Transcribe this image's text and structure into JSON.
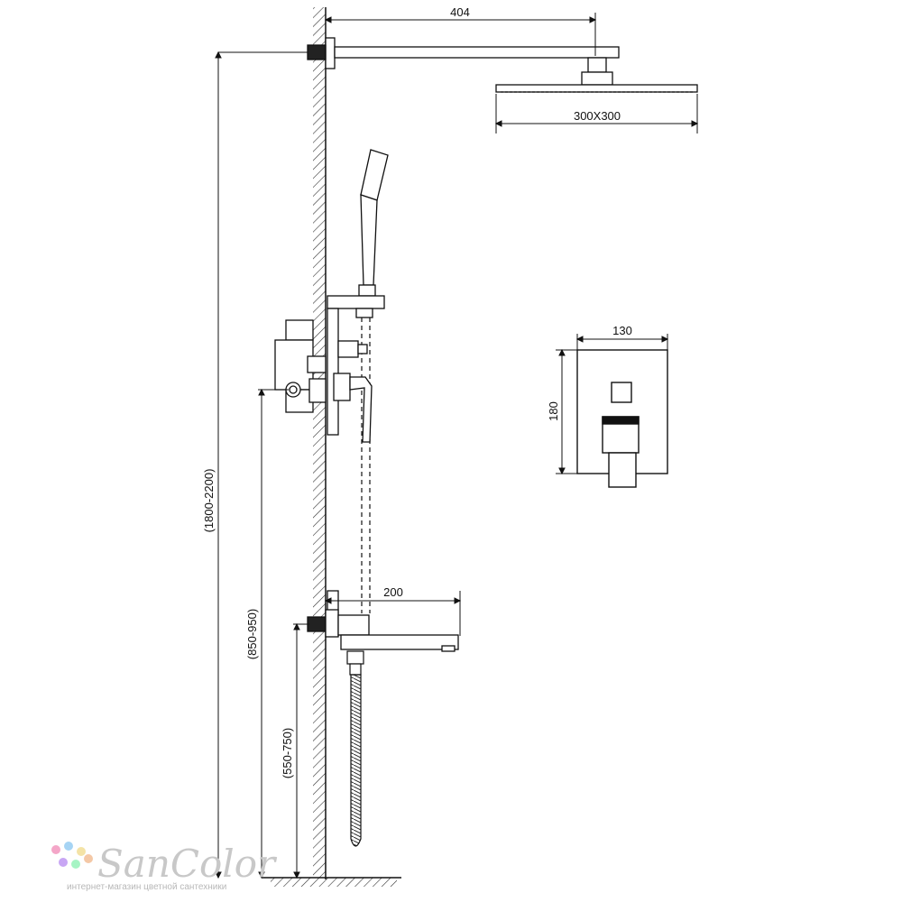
{
  "dimensions": {
    "arm_length": "404",
    "head_size": "300X300",
    "mixer_width": "130",
    "mixer_height": "180",
    "spout_length": "200",
    "total_height": "(1800-2200)",
    "mixer_height_range": "(850-950)",
    "spout_height_range": "(550-750)"
  },
  "logo": {
    "name": "SanColor",
    "tagline": "интернет-магазин цветной сантехники",
    "dot_colors": [
      "#f4a6c8",
      "#a6d4f4",
      "#f4e3a6",
      "#c8a6f4",
      "#a6f4c4",
      "#f4c8a6"
    ]
  }
}
